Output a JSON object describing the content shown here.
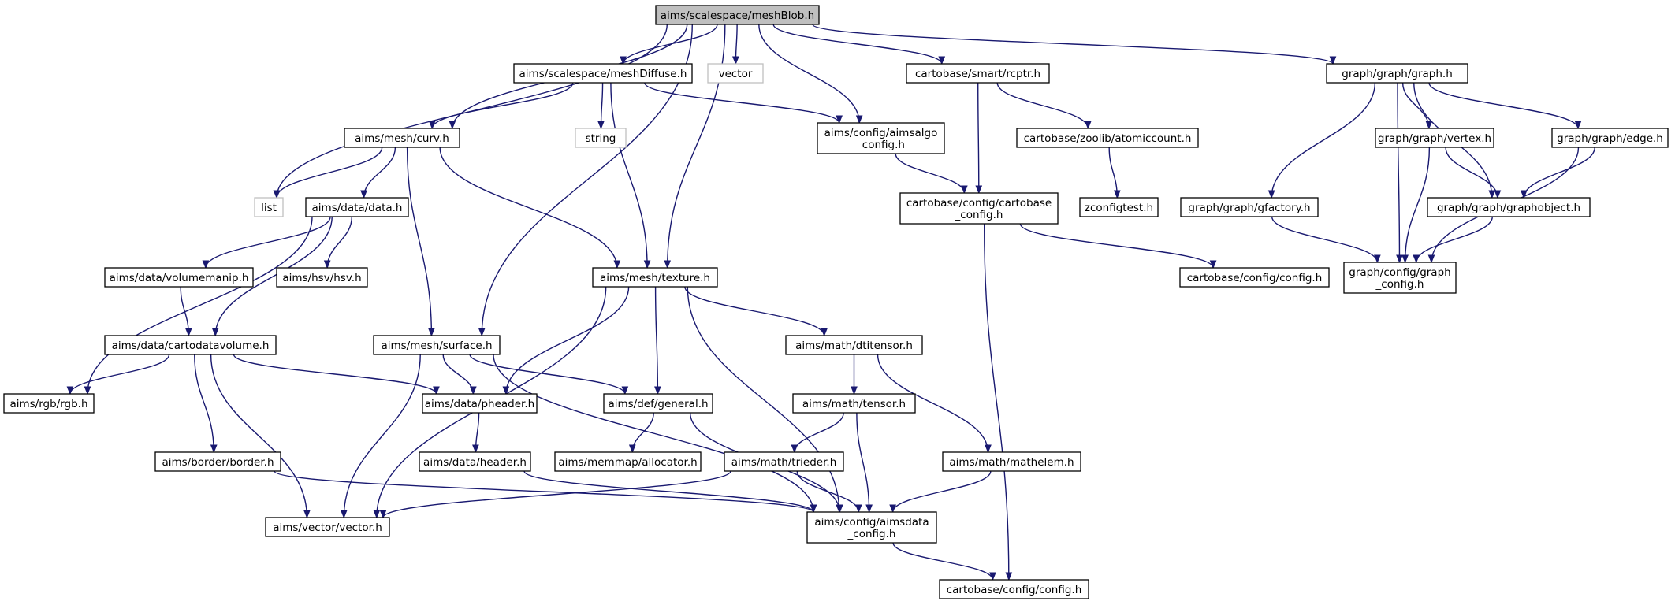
{
  "diagram": {
    "type": "include-dependency-graph",
    "colors": {
      "edge": "#191970",
      "node_border": "#000000",
      "root_fill": "#bfbfbf",
      "system_header_border": "#bfbfbf"
    },
    "nodes": [
      {
        "id": "meshBlob",
        "lines": [
          "aims/scalespace/meshBlob.h"
        ],
        "kind": "root"
      },
      {
        "id": "meshDiffuse",
        "lines": [
          "aims/scalespace/meshDiffuse.h"
        ]
      },
      {
        "id": "vector",
        "lines": [
          "vector"
        ],
        "kind": "system"
      },
      {
        "id": "rcptr",
        "lines": [
          "cartobase/smart/rcptr.h"
        ]
      },
      {
        "id": "graph",
        "lines": [
          "graph/graph/graph.h"
        ]
      },
      {
        "id": "curv",
        "lines": [
          "aims/mesh/curv.h"
        ]
      },
      {
        "id": "string",
        "lines": [
          "string"
        ],
        "kind": "system"
      },
      {
        "id": "aimsalgo",
        "lines": [
          "aims/config/aimsalgo",
          "_config.h"
        ]
      },
      {
        "id": "atomiccount",
        "lines": [
          "cartobase/zoolib/atomiccount.h"
        ]
      },
      {
        "id": "gvertex",
        "lines": [
          "graph/graph/vertex.h"
        ]
      },
      {
        "id": "gedge",
        "lines": [
          "graph/graph/edge.h"
        ]
      },
      {
        "id": "list",
        "lines": [
          "list"
        ],
        "kind": "system"
      },
      {
        "id": "datadata",
        "lines": [
          "aims/data/data.h"
        ]
      },
      {
        "id": "cartobaseconfig",
        "lines": [
          "cartobase/config/cartobase",
          "_config.h"
        ]
      },
      {
        "id": "zconfigtest",
        "lines": [
          "zconfigtest.h"
        ]
      },
      {
        "id": "gfactory",
        "lines": [
          "graph/graph/gfactory.h"
        ]
      },
      {
        "id": "graphobject",
        "lines": [
          "graph/graph/graphobject.h"
        ]
      },
      {
        "id": "volumemanip",
        "lines": [
          "aims/data/volumemanip.h"
        ]
      },
      {
        "id": "hsv",
        "lines": [
          "aims/hsv/hsv.h"
        ]
      },
      {
        "id": "texture",
        "lines": [
          "aims/mesh/texture.h"
        ]
      },
      {
        "id": "cbconfigA",
        "lines": [
          "cartobase/config/config.h"
        ]
      },
      {
        "id": "graphconfig",
        "lines": [
          "graph/config/graph",
          "_config.h"
        ]
      },
      {
        "id": "cartodatavolume",
        "lines": [
          "aims/data/cartodatavolume.h"
        ]
      },
      {
        "id": "surface",
        "lines": [
          "aims/mesh/surface.h"
        ]
      },
      {
        "id": "dtitensor",
        "lines": [
          "aims/math/dtitensor.h"
        ]
      },
      {
        "id": "rgb",
        "lines": [
          "aims/rgb/rgb.h"
        ]
      },
      {
        "id": "pheader",
        "lines": [
          "aims/data/pheader.h"
        ]
      },
      {
        "id": "general",
        "lines": [
          "aims/def/general.h"
        ]
      },
      {
        "id": "tensor",
        "lines": [
          "aims/math/tensor.h"
        ]
      },
      {
        "id": "border",
        "lines": [
          "aims/border/border.h"
        ]
      },
      {
        "id": "header",
        "lines": [
          "aims/data/header.h"
        ]
      },
      {
        "id": "allocator",
        "lines": [
          "aims/memmap/allocator.h"
        ]
      },
      {
        "id": "trieder",
        "lines": [
          "aims/math/trieder.h"
        ]
      },
      {
        "id": "mathelem",
        "lines": [
          "aims/math/mathelem.h"
        ]
      },
      {
        "id": "vectorh",
        "lines": [
          "aims/vector/vector.h"
        ]
      },
      {
        "id": "aimsdata",
        "lines": [
          "aims/config/aimsdata",
          "_config.h"
        ]
      },
      {
        "id": "cbconfigB",
        "lines": [
          "cartobase/config/config.h"
        ]
      }
    ],
    "edges": [
      {
        "from": "meshBlob",
        "to": "meshDiffuse"
      },
      {
        "from": "meshBlob",
        "to": "vector"
      },
      {
        "from": "meshBlob",
        "to": "rcptr"
      },
      {
        "from": "meshBlob",
        "to": "graph"
      },
      {
        "from": "meshBlob",
        "to": "curv"
      },
      {
        "from": "meshBlob",
        "to": "aimsalgo"
      },
      {
        "from": "meshBlob",
        "to": "list"
      },
      {
        "from": "meshBlob",
        "to": "texture"
      },
      {
        "from": "meshBlob",
        "to": "surface"
      },
      {
        "from": "meshDiffuse",
        "to": "curv"
      },
      {
        "from": "meshDiffuse",
        "to": "string"
      },
      {
        "from": "meshDiffuse",
        "to": "aimsalgo"
      },
      {
        "from": "meshDiffuse",
        "to": "texture"
      },
      {
        "from": "rcptr",
        "to": "atomiccount"
      },
      {
        "from": "rcptr",
        "to": "cartobaseconfig"
      },
      {
        "from": "graph",
        "to": "gvertex"
      },
      {
        "from": "graph",
        "to": "gedge"
      },
      {
        "from": "graph",
        "to": "gfactory"
      },
      {
        "from": "graph",
        "to": "graphobject"
      },
      {
        "from": "graph",
        "to": "graphconfig"
      },
      {
        "from": "curv",
        "to": "list"
      },
      {
        "from": "curv",
        "to": "datadata"
      },
      {
        "from": "curv",
        "to": "texture"
      },
      {
        "from": "curv",
        "to": "surface"
      },
      {
        "from": "aimsalgo",
        "to": "cartobaseconfig"
      },
      {
        "from": "atomiccount",
        "to": "zconfigtest"
      },
      {
        "from": "gvertex",
        "to": "graphobject"
      },
      {
        "from": "gvertex",
        "to": "graphconfig"
      },
      {
        "from": "gedge",
        "to": "graphobject"
      },
      {
        "from": "gedge",
        "to": "graphconfig"
      },
      {
        "from": "datadata",
        "to": "volumemanip"
      },
      {
        "from": "datadata",
        "to": "hsv"
      },
      {
        "from": "datadata",
        "to": "cartodatavolume"
      },
      {
        "from": "datadata",
        "to": "rgb"
      },
      {
        "from": "cartobaseconfig",
        "to": "cbconfigA"
      },
      {
        "from": "cartobaseconfig",
        "to": "cbconfigB"
      },
      {
        "from": "gfactory",
        "to": "graphconfig"
      },
      {
        "from": "graphobject",
        "to": "graphconfig"
      },
      {
        "from": "volumemanip",
        "to": "cartodatavolume"
      },
      {
        "from": "texture",
        "to": "dtitensor"
      },
      {
        "from": "texture",
        "to": "pheader"
      },
      {
        "from": "texture",
        "to": "general"
      },
      {
        "from": "texture",
        "to": "vectorh"
      },
      {
        "from": "texture",
        "to": "aimsdata"
      },
      {
        "from": "cartodatavolume",
        "to": "rgb"
      },
      {
        "from": "cartodatavolume",
        "to": "pheader"
      },
      {
        "from": "cartodatavolume",
        "to": "border"
      },
      {
        "from": "cartodatavolume",
        "to": "vectorh"
      },
      {
        "from": "surface",
        "to": "pheader"
      },
      {
        "from": "surface",
        "to": "general"
      },
      {
        "from": "surface",
        "to": "vectorh"
      },
      {
        "from": "surface",
        "to": "aimsdata"
      },
      {
        "from": "dtitensor",
        "to": "tensor"
      },
      {
        "from": "dtitensor",
        "to": "mathelem"
      },
      {
        "from": "pheader",
        "to": "header"
      },
      {
        "from": "general",
        "to": "allocator"
      },
      {
        "from": "general",
        "to": "aimsdata"
      },
      {
        "from": "tensor",
        "to": "trieder"
      },
      {
        "from": "tensor",
        "to": "aimsdata"
      },
      {
        "from": "border",
        "to": "aimsdata"
      },
      {
        "from": "header",
        "to": "aimsdata"
      },
      {
        "from": "trieder",
        "to": "vectorh"
      },
      {
        "from": "trieder",
        "to": "aimsdata"
      },
      {
        "from": "mathelem",
        "to": "aimsdata"
      },
      {
        "from": "aimsdata",
        "to": "cbconfigB"
      }
    ]
  }
}
